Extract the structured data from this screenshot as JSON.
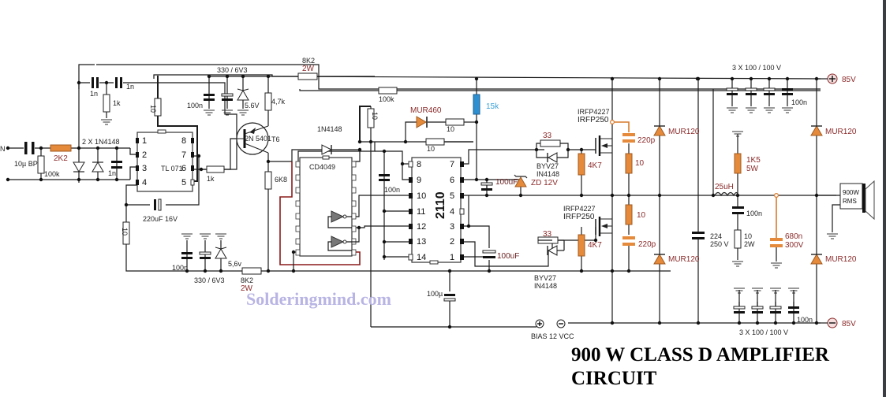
{
  "title": {
    "line1": "900 W CLASS D AMPLIFIER",
    "line2": "CIRCUIT"
  },
  "watermark": "Solderingmind.com",
  "input_stage": {
    "input_label": "N",
    "input_cap": "10µ BP",
    "input_res": "2K2",
    "bias_res": "100k",
    "diodes": "2 X 1N4148",
    "clamp_cap": "1n",
    "feedback_caps": [
      "1n",
      "1n"
    ],
    "feedback_res": "1k",
    "opamp": "TL 071",
    "opamp_pins_left": [
      "1",
      "2",
      "3",
      "4"
    ],
    "opamp_pins_right": [
      "8",
      "7",
      "6",
      "5"
    ],
    "coupling_cap": "220uF 16V",
    "pin4_res": "10",
    "out_res": "1k",
    "supply_res_top": "10"
  },
  "supply_pos": {
    "caps_label": "330 / 6V3",
    "decoupling_cap": "100n",
    "zener": "5.6V",
    "dropper_res": "8K2",
    "dropper_power": "2W"
  },
  "supply_neg": {
    "caps_label": "330 / 6V3",
    "decoupling_cap": "100n",
    "zener": "5,6v",
    "dropper_res": "8K2",
    "dropper_power": "2W"
  },
  "level_shifter": {
    "transistor": "2N 5401",
    "designator": "T6",
    "emitter_res": "4,7k",
    "collector_res": "6K8",
    "diode": "1N4148"
  },
  "inverter_ic": {
    "part": "CD4049"
  },
  "driver_ic": {
    "part": "2110",
    "pins_left": [
      "8",
      "9",
      "10",
      "11",
      "12",
      "13",
      "14"
    ],
    "pins_right": [
      "7",
      "6",
      "5",
      "4",
      "3",
      "2",
      "1"
    ],
    "decoupling_cap": "100n",
    "vcc_res": "10",
    "feedback_res": "100k",
    "bootstrap_diode": "MUR460",
    "bootstrap_res": "10",
    "pullup_res": "15k",
    "bootstrap_cap_high": "100uF",
    "zener": "ZD 12V",
    "bootstrap_cap_low": "100uF",
    "bias_cap": "100µ",
    "bias_label": "BIAS 12 VCC"
  },
  "output_stage": {
    "mosfet_high": [
      "IRFP4227",
      "IRFP250"
    ],
    "mosfet_low": [
      "IRFP4227",
      "IRFP250"
    ],
    "gate_res_high": "33",
    "gate_res_low": "33",
    "gate_diode_high": [
      "BYV27",
      "IN4148"
    ],
    "gate_diode_low": [
      "BYV27",
      "IN4148"
    ],
    "gate_pulldown_high": "4K7",
    "gate_pulldown_low": "4K7",
    "snubber_cap_high": "220p",
    "snubber_res_high": "10",
    "snubber_res_low": "10",
    "snubber_cap_low": "220p",
    "clamp_diodes": [
      "MUR120",
      "MUR120",
      "MUR120",
      "MUR120"
    ],
    "bus_res": "8K2",
    "bus_res_power": "2W",
    "bus_cap": "224",
    "bus_cap_voltage": "250 V"
  },
  "filter": {
    "inductor": "25uH",
    "zobel_res": "1K5",
    "zobel_res_power": "5W",
    "filter_cap": "100n",
    "damping_res": "10",
    "damping_power": "2W",
    "film_cap": "680n",
    "film_cap_voltage": "300V"
  },
  "rails": {
    "positive": "85V",
    "negative": "85V",
    "caps_top": "3 X 100 / 100 V",
    "caps_bottom": "3 X 100 / 100 V",
    "decoupling_top": "100n",
    "decoupling_bottom": "100n"
  },
  "load": {
    "speaker": "900W",
    "rating": "RMS"
  }
}
